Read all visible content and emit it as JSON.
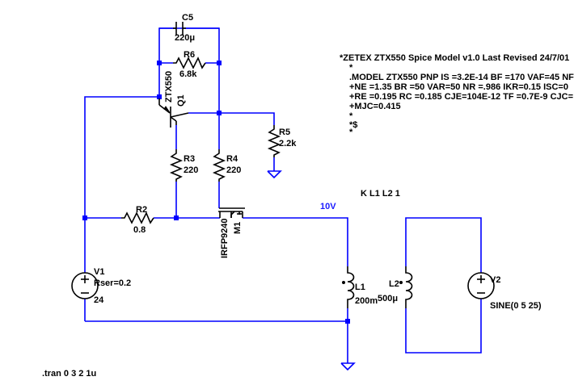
{
  "components": {
    "C5": {
      "name": "C5",
      "value": "220μ"
    },
    "R6": {
      "name": "R6",
      "value": "6.8k"
    },
    "Q1": {
      "name": "Q1",
      "model": "ZTX550"
    },
    "R5": {
      "name": "R5",
      "value": "2.2k"
    },
    "R3": {
      "name": "R3",
      "value": "220"
    },
    "R4": {
      "name": "R4",
      "value": "220"
    },
    "R2": {
      "name": "R2",
      "value": "0.8"
    },
    "M1": {
      "name": "M1",
      "model": "IRFP9240"
    },
    "V1": {
      "name": "V1",
      "param": "Rser=0.2",
      "value": "24"
    },
    "L1": {
      "name": "L1",
      "value": "200m"
    },
    "L2": {
      "name": "L2",
      "value": "500μ"
    },
    "V2": {
      "name": "V2",
      "value": "SINE(0 5 25)"
    }
  },
  "net_labels": {
    "n10v": "10V"
  },
  "coupling": "K L1 L2 1",
  "spice_model": [
    "*ZETEX ZTX550 Spice Model v1.0 Last Revised 24/7/01",
    "*",
    ".MODEL ZTX550 PNP IS =3.2E-14 BF =170 VAF=45 NF",
    "+NE =1.35 BR =50 VAR=50 NR =.986 IKR=0.15 ISC=0",
    "+RE =0.195 RC =0.185 CJE=104E-12 TF =0.7E-9 CJC=",
    "+MJC=0.415",
    "*",
    "*$",
    "*"
  ],
  "directive": ".tran 0 3 2 1u"
}
